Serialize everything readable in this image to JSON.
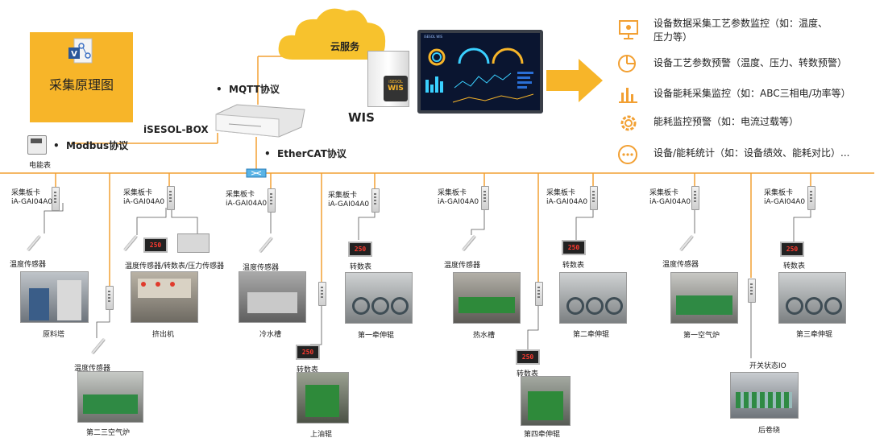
{
  "title_box": {
    "label": "采集原理图"
  },
  "cloud": {
    "label": "云服务"
  },
  "wis": {
    "label": "WIS",
    "badge_line1": "iSESOL",
    "badge_line2": "WIS"
  },
  "dashboard": {
    "brand": "iSESOL WIS"
  },
  "box": {
    "label": "iSESOL-BOX"
  },
  "protocols": {
    "mqtt": "MQTT协议",
    "modbus": "Modbus协议",
    "ethercat": "EtherCAT协议",
    "bullet": "•"
  },
  "meter": {
    "label": "电能表"
  },
  "features": [
    {
      "line1": "设备数据采集工艺参数监控（如：温度、",
      "line2": "压力等）",
      "icon": "monitor-icon"
    },
    {
      "line1": "设备工艺参数预警（温度、压力、转数预警）",
      "icon": "pie-chart-icon"
    },
    {
      "line1": "设备能耗采集监控（如：ABC三相电/功率等）",
      "icon": "bar-chart-icon"
    },
    {
      "line1": "能耗监控预警（如：电流过载等）",
      "icon": "gear-icon"
    },
    {
      "line1": "设备/能耗统计（如：设备绩效、能耗对比）...",
      "icon": "more-icon"
    }
  ],
  "card_label": {
    "line1": "采集板卡",
    "line2": "iA-GAI04A0"
  },
  "tacho_value": "250",
  "sensors": {
    "temp": "温度传感器",
    "combo": "温度传感器/转数表/压力传感器",
    "tacho": "转数表",
    "io": "开关状态IO"
  },
  "machines": {
    "m1": "原料塔",
    "m2": "挤出机",
    "m3": "冷水槽",
    "m4": "第一牵伸辊",
    "m5": "热水槽",
    "m6": "第二牵伸辊",
    "m7": "第一空气炉",
    "m8": "第三牵伸辊",
    "m9": "第二三空气炉",
    "m10": "上油辊",
    "m11": "第四牵伸辊",
    "m12": "后卷绕"
  },
  "colors": {
    "bus": "#f2a033",
    "title_box": "#f7b529",
    "cloud": "#f7c22d",
    "arrow": "#f7b529",
    "icon": "#f2a033"
  }
}
